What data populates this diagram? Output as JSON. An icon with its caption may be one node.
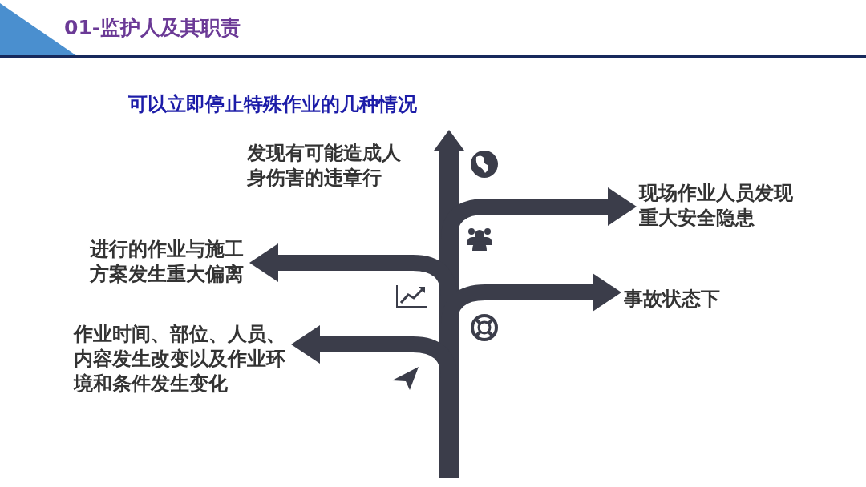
{
  "diagram": {
    "title": "01-监护人及其职责",
    "nodes": [
      {
        "text": [
          "发现有可能造成人身伤害的违章行"
        ]
      },
      {
        "text": [
          "现场作业人员发现重大安全隐患"
        ]
      },
      {
        "text": [
          "进行的作业与施工方案发生重大偏离"
        ]
      },
      {
        "text": [
          "事故状态下"
        ]
      },
      {
        "text": [
          "作业时间、部位、人员、内容发生改变以及作业环境和条件发生变化"
        ]
      }
    ],
    "edges": [
      {
        "from": null,
        "to": 1,
        "arrow": "to"
      },
      {
        "from": null,
        "to": 2,
        "arrow": "to"
      },
      {
        "from": null,
        "to": 3,
        "arrow": "to"
      },
      {
        "from": null,
        "to": 4,
        "arrow": "to"
      }
    ],
    "labels": [
      "可以立即停止特殊作业的几种情况"
    ]
  }
}
